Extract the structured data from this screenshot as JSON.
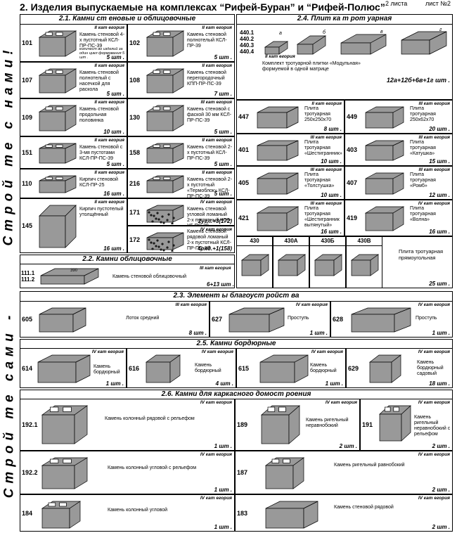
{
  "header": {
    "title": "2. Изделия выпускаемые на комплексах  “Рифей-Буран” и “Рифей-Полюс”",
    "pages": "2 листа",
    "sheet": "лист №2"
  },
  "sidebar": {
    "top": "Строй те с нами!",
    "bottom": "Строй те сами -"
  },
  "sections": {
    "s21": "2.1. Камни ст еновые и облицовочные",
    "s24": "2.4. Плит ка т рот уарная",
    "s22": "2.2. Камни облицовочные",
    "s23": "2.3. Элемент ы благоуст ройст ва",
    "s25": "2.5. Камни бордюрные",
    "s26": "2.6. Камни для каркасного домост роения"
  },
  "cat2": "II кат егория",
  "cat3": "III кат егория",
  "cat4": "IV кат егория",
  "walls": [
    {
      "num": "101",
      "name": "Камень стеновой 4-х пустотный КСЛ-ПР-ПС-39",
      "extra": "количест во изделий за один цикл формования 5 шт .",
      "qty": "5 шт ."
    },
    {
      "num": "102",
      "name": "Камень стеновой полнотелый КСЛ-ПР-39",
      "qty": "5 шт ."
    },
    {
      "num": "107",
      "name": "Камень стеновой полнотелый с насечкой для раскола",
      "qty": "5 шт ."
    },
    {
      "num": "108",
      "name": "Камень стеновой перегородочный КПП-ПР-ПС-39",
      "qty": "7 шт ."
    },
    {
      "num": "109",
      "name": "Камень стеновой продольная половинка",
      "qty": "10 шт ."
    },
    {
      "num": "130",
      "name": "Камень стеновой с фаской 30 мм КСЛ-ПР-ПС-39",
      "qty": "5 шт ."
    },
    {
      "num": "151",
      "name": "Камень стеновой с 3-мя пустотами КСЛ-ПР-ПС-39",
      "qty": "5 шт ."
    },
    {
      "num": "158",
      "name": "Камень стеновой 2-х пустотный КСЛ-ПР-ПС-39",
      "qty": "5 шт ."
    },
    {
      "num": "110",
      "name": "Кирпич стеновой КСЛ-ПР-25",
      "qty": "16 шт ."
    },
    {
      "num": "216",
      "name": "Камень стеновой 2-х пустотный «Термоблок» КСЛ-ПР-ПС-39",
      "qty": "5 шт ."
    },
    {
      "num": "145",
      "name": "Кирпич пустотелый утолщённый",
      "qty": "16 шт ."
    },
    {
      "num": "171",
      "name": "Камень стеновой угловой ломаный 2-х пустотный КСЛ-УГ-ПС-39",
      "qty": "2угл.+3(172)"
    },
    {
      "num": "172",
      "name": "Камень стеновой рядовой ломаный 2-х пустотный КСЛ-ПР-ПС-39",
      "qty": "4ряд.+1(158)"
    }
  ],
  "tiles_top": {
    "nums": [
      "440.1",
      "440.2",
      "440.3",
      "440.4"
    ],
    "name": "Комплект тротуарной плитки «Модульная» формуемой в одной матрице",
    "qty": "12а+12б+6в+1г шт .",
    "letters": [
      "а",
      "б",
      "в",
      "г"
    ]
  },
  "tiles": [
    {
      "num": "447",
      "name": "Плита тротуарная 250х250х70",
      "qty": "8 шт ."
    },
    {
      "num": "449",
      "name": "Плита тротуарная 250х62х70",
      "qty": "20 шт ."
    },
    {
      "num": "401",
      "name": "Плита тротуарная «Шестигранник»",
      "qty": "10 шт ."
    },
    {
      "num": "403",
      "name": "Плита тротуарная «Катушка»",
      "qty": "15 шт ."
    },
    {
      "num": "405",
      "name": "Плита тротуарная «Толстушка»",
      "qty": "10 шт ."
    },
    {
      "num": "407",
      "name": "Плита тротуарная «Ромб»",
      "qty": "12 шт ."
    },
    {
      "num": "421",
      "name": "Плита тротуарная «Шестигранник вытянутый»",
      "qty": "16 шт ."
    },
    {
      "num": "419",
      "name": "Плита тротуарная «Волна»",
      "qty": "16 шт ."
    }
  ],
  "rect": {
    "nums": [
      "430",
      "430А",
      "430Б",
      "430В"
    ],
    "name": "Плита тротуарная прямоугольная",
    "qty": "25 шт ."
  },
  "facing": {
    "num1": "111.1",
    "num2": "111.2",
    "name": "Камень стеновой облицовочный",
    "qty": "6+13 шт ."
  },
  "improve": [
    {
      "num": "605",
      "name": "Лоток средний",
      "qty": "8 шт ."
    },
    {
      "num": "627",
      "name": "Проступь",
      "qty": "1 шт ."
    },
    {
      "num": "628",
      "name": "Проступь",
      "qty": "1 шт ."
    }
  ],
  "curbs": [
    {
      "num": "614",
      "name": "Камень бордюрный",
      "qty": "1 шт ."
    },
    {
      "num": "616",
      "name": "Камень бордюрный",
      "qty": "4 шт ."
    },
    {
      "num": "615",
      "name": "Камень бордюрный",
      "qty": "1 шт ."
    },
    {
      "num": "629",
      "name": "Камень бордюрный садовый",
      "qty": "18 шт ."
    }
  ],
  "frame": [
    {
      "num": "192.1",
      "name": "Камень колонный рядовой с рельефом",
      "qty": "1 шт ."
    },
    {
      "num": "189",
      "name": "Камень ригельный неравнобокий",
      "qty": "2 шт ."
    },
    {
      "num": "191",
      "name": "Камень ригельный неравнобокий с рельефом",
      "qty": "2 шт ."
    },
    {
      "num": "192.2",
      "name": "Камень колонный угловой с рельефом",
      "qty": "1 шт ."
    },
    {
      "num": "187",
      "name": "Камень ригельный равнобокий",
      "qty": "2 шт ."
    },
    {
      "num": "184",
      "name": "Камень колонный угловой",
      "qty": "1 шт ."
    },
    {
      "num": "183",
      "name": "Камень стеновой рядовой",
      "qty": "2 шт ."
    }
  ]
}
